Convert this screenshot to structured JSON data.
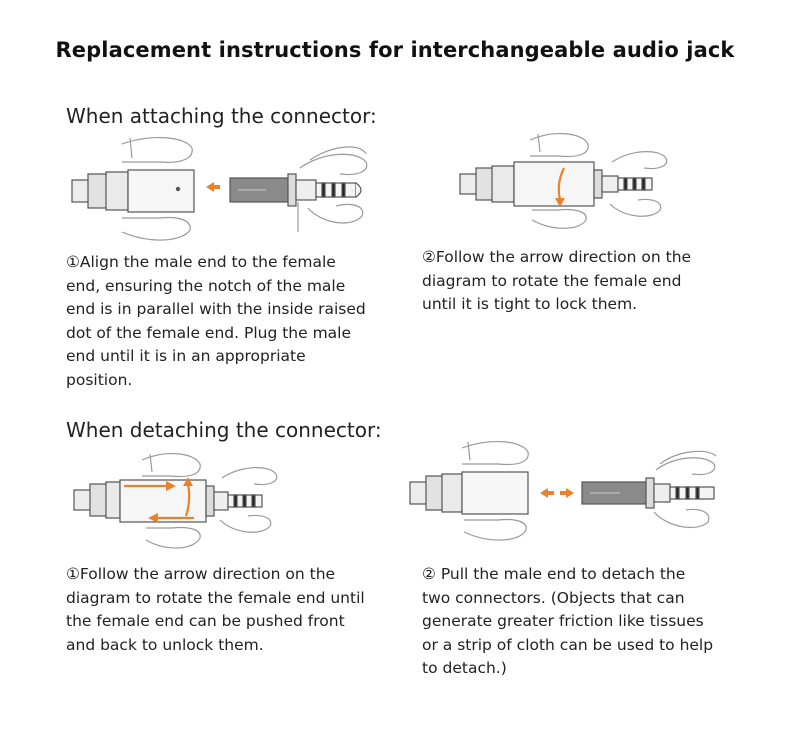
{
  "title": "Replacement instructions for interchangeable audio jack",
  "attach": {
    "heading": "When attaching the connector:",
    "step1": "①Align the male end to the female\nend, ensuring the notch of the male\nend is in parallel with the inside raised\ndot of the female end. Plug the male\nend until it is in an appropriate\nposition.",
    "step2": "②Follow the arrow direction on the\ndiagram to rotate the female end\nuntil it is tight to lock them."
  },
  "detach": {
    "heading": "When detaching the connector:",
    "step1": "①Follow the arrow direction on the\ndiagram to rotate the female end until\nthe female end can be pushed front\nand back to unlock them.",
    "step2": "② Pull the male end to detach the\ntwo connectors. (Objects that can\ngenerate greater friction like tissues\nor a strip of cloth can be used to help\nto detach.)"
  },
  "colors": {
    "accent_arrow": "#e9822a",
    "outline": "#555555",
    "plug_gray": "#8a8a8a",
    "hand_line": "#9a9a9a"
  }
}
